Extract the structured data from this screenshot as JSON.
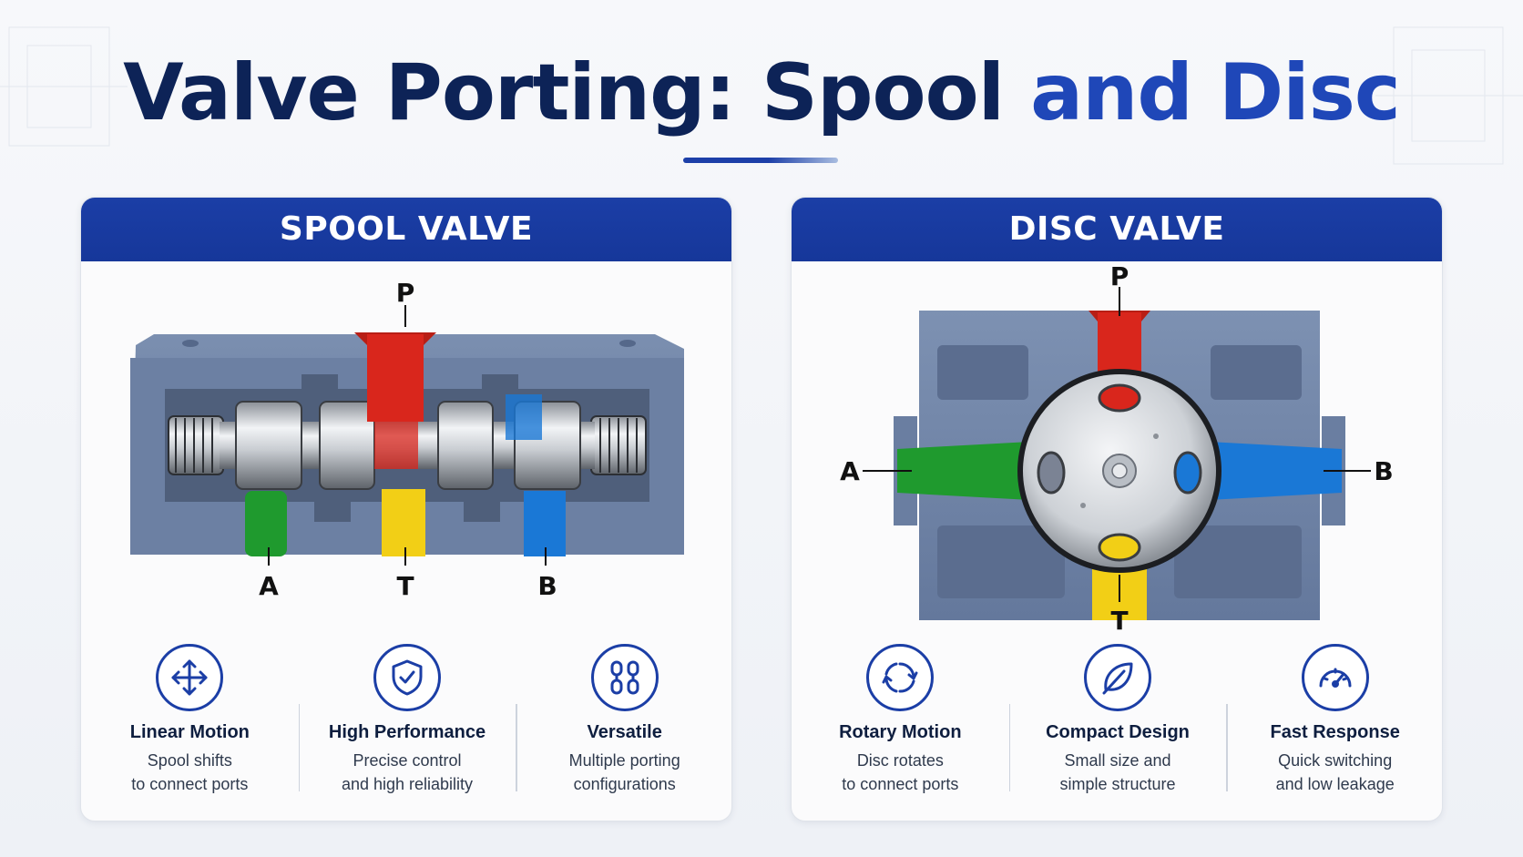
{
  "title": {
    "part1": "Valve Porting: Spool ",
    "part2": "and Disc"
  },
  "spool": {
    "header": "SPOOL VALVE",
    "ports": {
      "p": "P",
      "a": "A",
      "t": "T",
      "b": "B"
    },
    "features": [
      {
        "icon": "move-arrows-icon",
        "title": "Linear Motion",
        "line1": "Spool shifts",
        "line2": "to connect ports"
      },
      {
        "icon": "shield-check-icon",
        "title": "High Performance",
        "line1": "Precise control",
        "line2": "and high reliability"
      },
      {
        "icon": "chain-links-icon",
        "title": "Versatile",
        "line1": "Multiple porting",
        "line2": "configurations"
      }
    ]
  },
  "disc": {
    "header": "DISC VALVE",
    "ports": {
      "p": "P",
      "a": "A",
      "t": "T",
      "b": "B"
    },
    "features": [
      {
        "icon": "rotate-circle-icon",
        "title": "Rotary Motion",
        "line1": "Disc rotates",
        "line2": "to connect ports"
      },
      {
        "icon": "leaf-icon",
        "title": "Compact Design",
        "line1": "Small size and",
        "line2": "simple structure"
      },
      {
        "icon": "gauge-icon",
        "title": "Fast Response",
        "line1": "Quick switching",
        "line2": "and low leakage"
      }
    ]
  },
  "colors": {
    "primary": "#1b3ea6",
    "title_dark": "#0d2357",
    "title_accent": "#1f47b8",
    "port_p": "#d9261c",
    "port_a": "#1f9a2e",
    "port_t": "#f2cf16",
    "port_b": "#1a78d6",
    "body": "#6f84a6"
  }
}
